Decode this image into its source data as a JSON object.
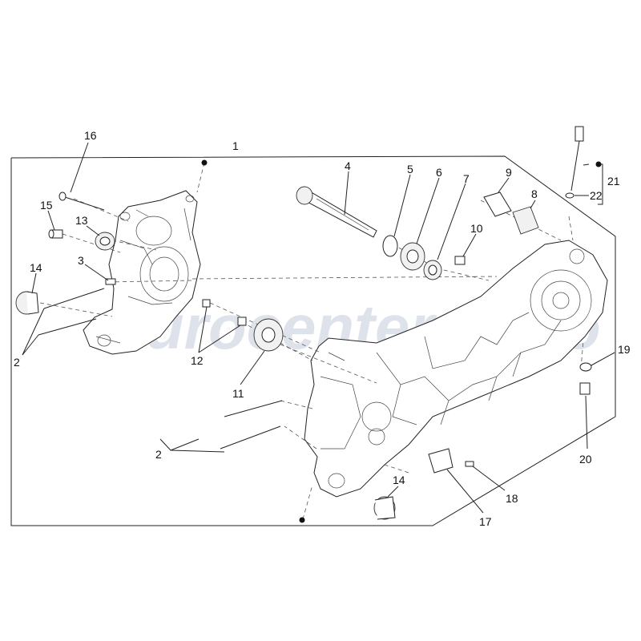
{
  "diagram": {
    "watermark": "Eurocenter Moto",
    "callouts": {
      "c1": "1",
      "c2a": "2",
      "c2b": "2",
      "c3": "3",
      "c4": "4",
      "c5": "5",
      "c6": "6",
      "c7": "7",
      "c8": "8",
      "c9": "9",
      "c10": "10",
      "c11": "11",
      "c12": "12",
      "c13": "13",
      "c14a": "14",
      "c14b": "14",
      "c15": "15",
      "c16": "16",
      "c17": "17",
      "c18": "18",
      "c19": "19",
      "c20": "20",
      "c21": "21",
      "c22": "22"
    }
  }
}
